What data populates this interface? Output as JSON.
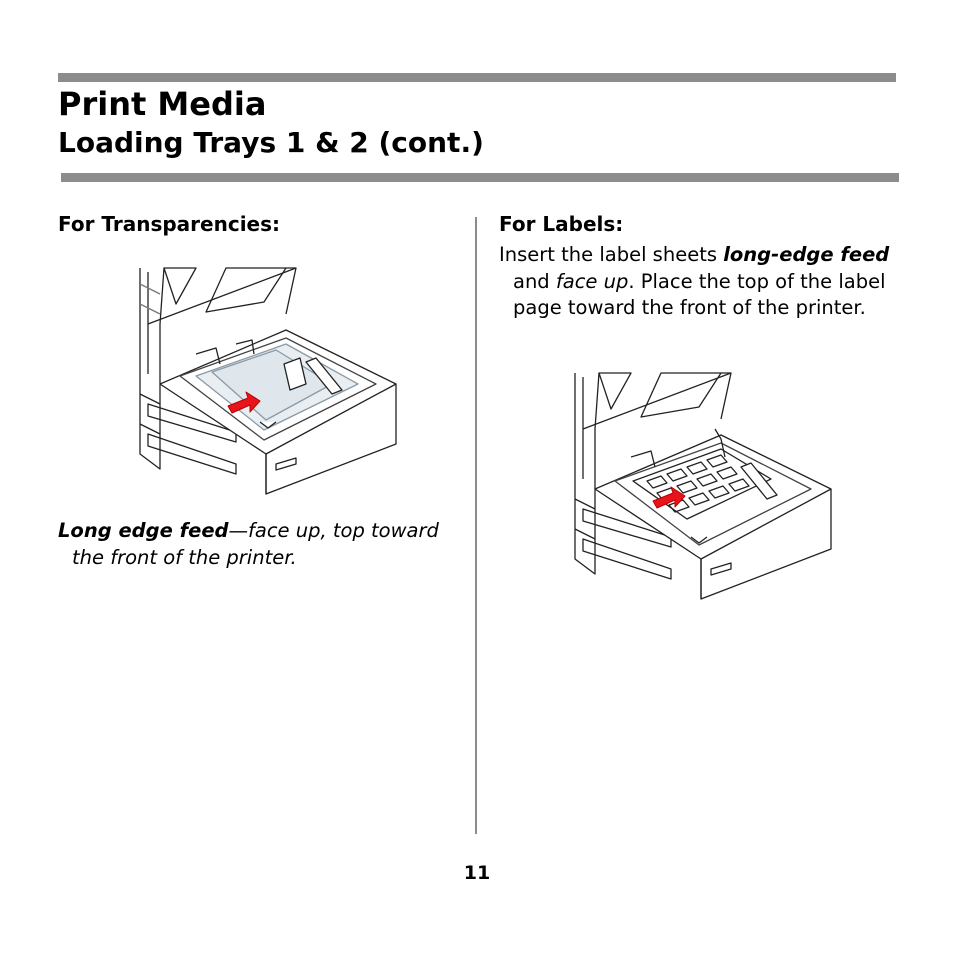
{
  "header": {
    "title": "Print Media",
    "subtitle": "Loading Trays 1 & 2 (cont.)"
  },
  "left_column": {
    "heading": "For Transparencies:",
    "figure_icon": "tray-transparency-loading-illustration",
    "caption": {
      "emphasis": "Long edge feed",
      "rest": "—face up, top toward the front of the printer."
    }
  },
  "right_column": {
    "heading": "For Labels:",
    "body": {
      "part1": "Insert the label sheets ",
      "emphasis1": "long-edge feed",
      "part2": " and ",
      "emphasis2": "face up",
      "part3": ". Place the top of the label page toward the front of the printer."
    },
    "figure_icon": "tray-labels-loading-illustration"
  },
  "footer": {
    "page_number": "11"
  },
  "colors": {
    "rule": "#8c8c8c",
    "arrow": "#e8141b",
    "text": "#000000"
  }
}
